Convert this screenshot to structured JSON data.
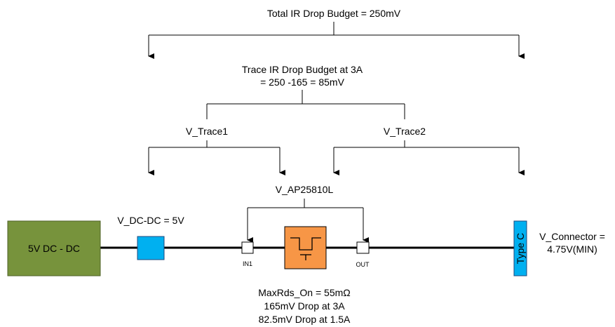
{
  "labels": {
    "total_budget": "Total IR Drop Budget = 250mV",
    "trace_budget_line1": "Trace IR Drop Budget at 3A",
    "trace_budget_line2": "= 250 -165 = 85mV",
    "v_trace1": "V_Trace1",
    "v_trace2": "V_Trace2",
    "v_ap": "V_AP25810L",
    "v_dcdc": "V_DC-DC = 5V",
    "v_connector_line1": "V_Connector =",
    "v_connector_line2": "4.75V(MIN)",
    "maxrds": "MaxRds_On = 55mΩ",
    "drop_3a": "165mV Drop at 3A",
    "drop_15a": "82.5mV Drop at 1.5A"
  },
  "blocks": {
    "dcdc": "5V DC - DC",
    "typec": "Type C",
    "in_pin": "IN1",
    "out_pin": "OUT"
  },
  "colors": {
    "dcdc_fill": "#77933C",
    "blue_fill": "#00B0F0",
    "switch_fill": "#F79646"
  }
}
